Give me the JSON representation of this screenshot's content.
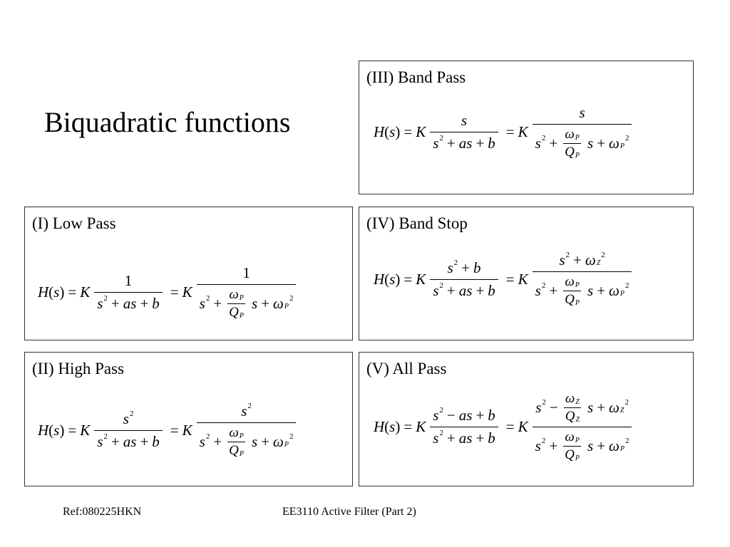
{
  "title": "Biquadratic functions",
  "boxes": {
    "band_pass": "(III) Band Pass",
    "low_pass": "(I) Low Pass",
    "band_stop": "(IV) Band Stop",
    "high_pass": "(II) High Pass",
    "all_pass": "(V) All Pass"
  },
  "footer": {
    "ref": "Ref:080225HKN",
    "course": "EE3110 Active Filter (Part 2)"
  }
}
